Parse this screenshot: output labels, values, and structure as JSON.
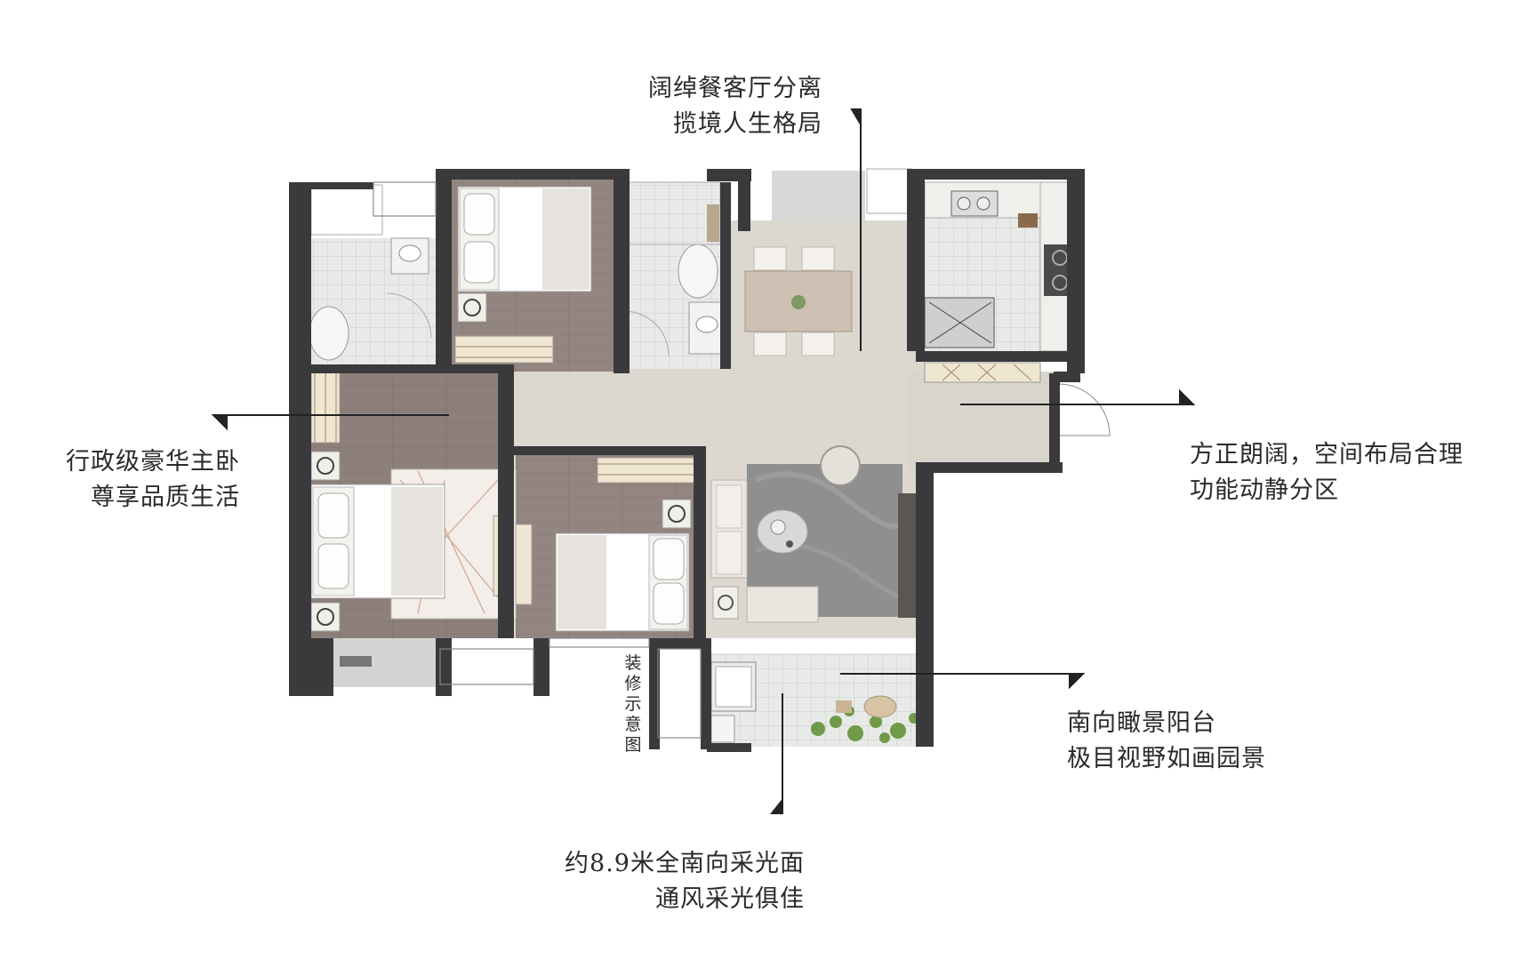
{
  "callouts": {
    "dining": {
      "line1": "阔绰餐客厅分离",
      "line2": "揽境人生格局"
    },
    "bedroom": {
      "line1": "行政级豪华主卧",
      "line2": "尊享品质生活"
    },
    "living": {
      "line1": "方正朗阔，空间布局合理",
      "line2": "功能动静分区"
    },
    "balcony": {
      "line1": "南向瞰景阳台",
      "line2": "极目视野如画园景"
    },
    "light": {
      "line1": "约8.9米全南向采光面",
      "line2": "通风采光俱佳"
    }
  },
  "note": "装修示意图",
  "colors": {
    "wall": "#3a3a3c",
    "wood_floor": "#8d7f7a",
    "marble_floor": "#dcd8d0",
    "tile_floor": "#e4e6e3",
    "rug": "#8e8f8f",
    "line": "#222222"
  }
}
